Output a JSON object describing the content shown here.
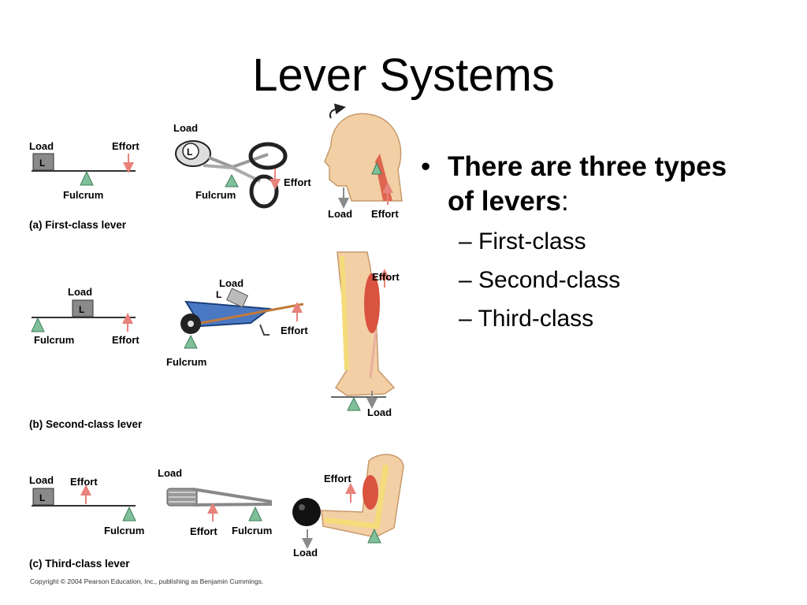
{
  "slide": {
    "title": "Lever Systems",
    "bullet": {
      "bold": "There are three types of levers",
      "suffix": ":"
    },
    "sub_items": [
      "– First-class",
      "– Second-class",
      "– Third-class"
    ]
  },
  "figure": {
    "first": {
      "caption": "(a) First-class lever",
      "diagram": {
        "load": "Load",
        "load_box": "L",
        "effort": "Effort",
        "fulcrum": "Fulcrum"
      },
      "scissors": {
        "load": "Load",
        "load_mark": "L",
        "effort": "Effort",
        "fulcrum": "Fulcrum"
      },
      "head": {
        "load": "Load",
        "effort": "Effort"
      }
    },
    "second": {
      "caption": "(b) Second-class lever",
      "diagram": {
        "load": "Load",
        "load_box": "L",
        "effort": "Effort",
        "fulcrum": "Fulcrum"
      },
      "wheelbarrow": {
        "load": "Load",
        "load_mark": "L",
        "effort": "Effort",
        "fulcrum": "Fulcrum"
      },
      "foot": {
        "effort": "Effort",
        "load": "Load"
      }
    },
    "third": {
      "caption": "(c) Third-class lever",
      "diagram": {
        "load": "Load",
        "load_box": "L",
        "effort": "Effort",
        "fulcrum": "Fulcrum"
      },
      "tweezers": {
        "load": "Load",
        "effort": "Effort",
        "fulcrum": "Fulcrum"
      },
      "arm": {
        "effort": "Effort",
        "load": "Load"
      }
    },
    "copyright": "Copyright © 2004 Pearson Education, Inc., publishing as Benjamin Cummings."
  },
  "colors": {
    "fulcrum": "#7fbf9a",
    "effort_arrow": "#e8827a",
    "load_arrow": "#8a8a8a",
    "bar": "#333333",
    "box": "#8a8a8a",
    "muscle": "#d9533f",
    "skin": "#f3cfa5",
    "bone": "#f4dc7a"
  }
}
